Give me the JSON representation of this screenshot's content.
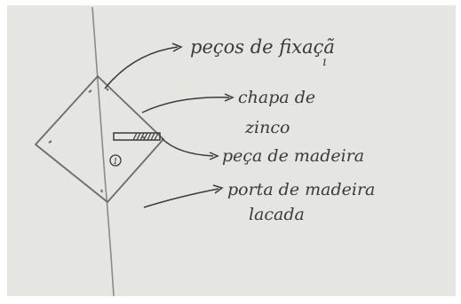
{
  "labels": {
    "fixing_pieces_line1": "peços de fixaçã",
    "fixing_pieces_mark": "ı",
    "zinc_sheet_line1": "chapa de",
    "zinc_sheet_line2": "zinco",
    "wood_piece": "peça de madeira",
    "door_line1": "porta de madeira",
    "door_line2": "lacada",
    "circle_number": "1"
  },
  "colors": {
    "paper": "#e6e6e3",
    "ink": "#3a3a3c",
    "pencil": "#6c6c6e"
  }
}
